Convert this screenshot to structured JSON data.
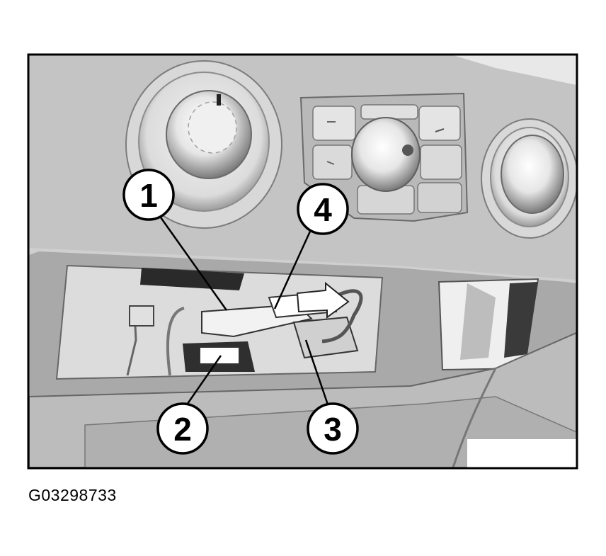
{
  "figure": {
    "callouts": [
      {
        "id": "1",
        "label": "1"
      },
      {
        "id": "2",
        "label": "2"
      },
      {
        "id": "3",
        "label": "3"
      },
      {
        "id": "4",
        "label": "4"
      }
    ],
    "figure_id": "G03298733"
  },
  "colors": {
    "frame": "#000000",
    "panel": "#c9c9c9",
    "shadow": "#8a8a8a"
  }
}
